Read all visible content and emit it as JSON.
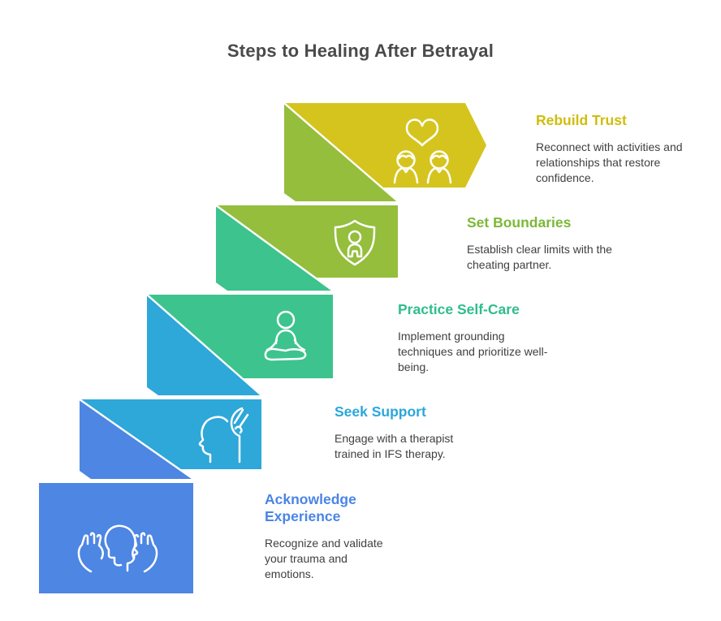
{
  "page": {
    "title": "Steps to Healing After Betrayal",
    "background": "#ffffff",
    "title_color": "#4a4a4a",
    "description_color": "#3f3f3f"
  },
  "steps": [
    {
      "title": "Rebuild Trust",
      "description": "Reconnect with activities and relationships that restore confidence.",
      "color": "#d5c41e",
      "title_color": "#d0bd0d",
      "icon": "couple-heart-icon"
    },
    {
      "title": "Set Boundaries",
      "description": "Establish clear limits with the cheating partner.",
      "color": "#94be3c",
      "title_color": "#7cb837",
      "icon": "shield-person-icon"
    },
    {
      "title": "Practice Self-Care",
      "description": "Implement grounding techniques and prioritize well-being.",
      "color": "#3dc38e",
      "title_color": "#2ebd8b",
      "icon": "meditation-icon"
    },
    {
      "title": "Seek Support",
      "description": "Engage with a therapist trained in IFS therapy.",
      "color": "#2ea7d9",
      "title_color": "#2aa7dc",
      "icon": "head-hand-icon"
    },
    {
      "title": "Acknowledge Experience",
      "description": "Recognize and validate your trauma and emotions.",
      "color": "#4d86e3",
      "title_color": "#4a85e6",
      "icon": "head-hands-icon"
    }
  ]
}
